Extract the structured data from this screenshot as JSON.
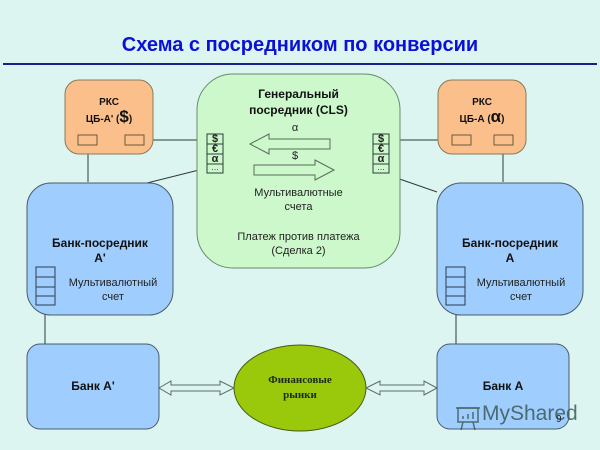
{
  "title": "Схема с посредником по конверсии",
  "rkc_left": {
    "line1": "РКС",
    "line2": "ЦБ-А' (",
    "symbol": "$",
    "close": ")"
  },
  "rkc_right": {
    "line1": "РКС",
    "line2": "ЦБ-А (",
    "symbol": "α",
    "close": ")"
  },
  "cls": {
    "title_line1": "Генеральный",
    "title_line2": "посредник (CLS)",
    "arrow_left_label": "α",
    "arrow_right_label": "$",
    "accounts_line1": "Мультивалютные",
    "accounts_line2": "счета",
    "pvp_line1": "Платеж против платежа",
    "pvp_line2": "(Сделка 2)",
    "account_cells": [
      "$",
      "€",
      "α",
      "…"
    ]
  },
  "intermediary_left": {
    "title_line1": "Банк-посредник",
    "title_line2": "A'",
    "acct_line1": "Мультивалютный",
    "acct_line2": "счет"
  },
  "intermediary_right": {
    "title_line1": "Банк-посредник",
    "title_line2": "A",
    "acct_line1": "Мультивалютный",
    "acct_line2": "счет"
  },
  "bank_left": {
    "label": "Банк A'"
  },
  "bank_right": {
    "label": "Банк A"
  },
  "markets": {
    "line1": "Финансовые",
    "line2": "рынки"
  },
  "watermark": "MyShared",
  "page_number": "9",
  "colors": {
    "background": "#ddf5f1",
    "title": "#0b10d8",
    "rkc_fill": "#fbbf8c",
    "cls_fill": "#ccf8cc",
    "bank_fill": "#9fcdfd",
    "markets_fill": "#99c90a"
  }
}
